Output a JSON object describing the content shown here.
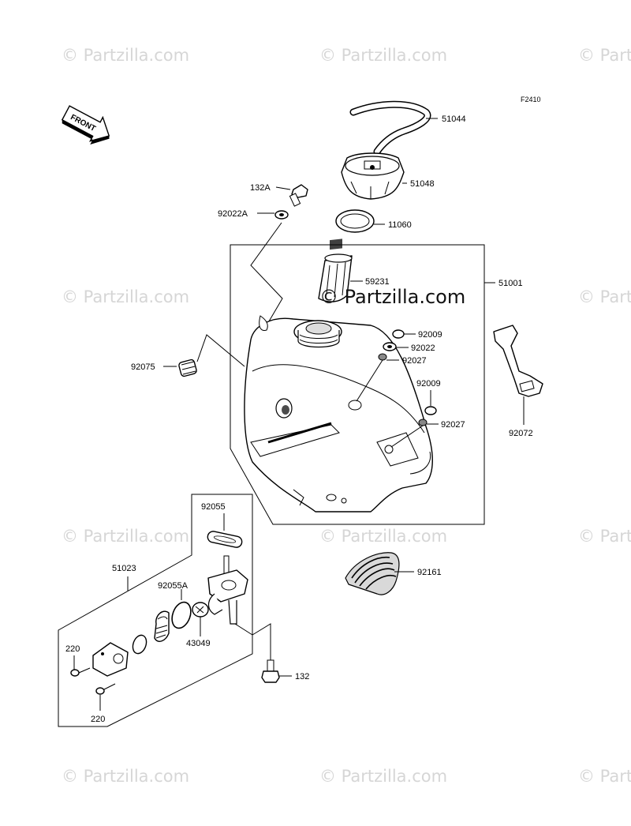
{
  "figure_code": "F2410",
  "front_label": "FRONT",
  "watermark": "© Partzilla.com",
  "center_watermark": "© Partzilla.com",
  "parts": {
    "fuel_tube": "51044",
    "fuel_cap": "51048",
    "bolt_upper": "132A",
    "washer_upper": "92022A",
    "gasket": "11060",
    "filter": "59231",
    "fuel_tank": "51001",
    "grommet": "92075",
    "bolt_a": "92009",
    "washer": "92022",
    "collar_a": "92027",
    "bolt_b": "92009",
    "collar_b": "92027",
    "strap": "92072",
    "fuel_cock_assy": "51023",
    "fuel_cock_gasket": "92055",
    "oring": "92055A",
    "fuel_cock_part": "43049",
    "screw_a": "220",
    "screw_b": "220",
    "bolt_lower": "132",
    "pad": "92161"
  }
}
